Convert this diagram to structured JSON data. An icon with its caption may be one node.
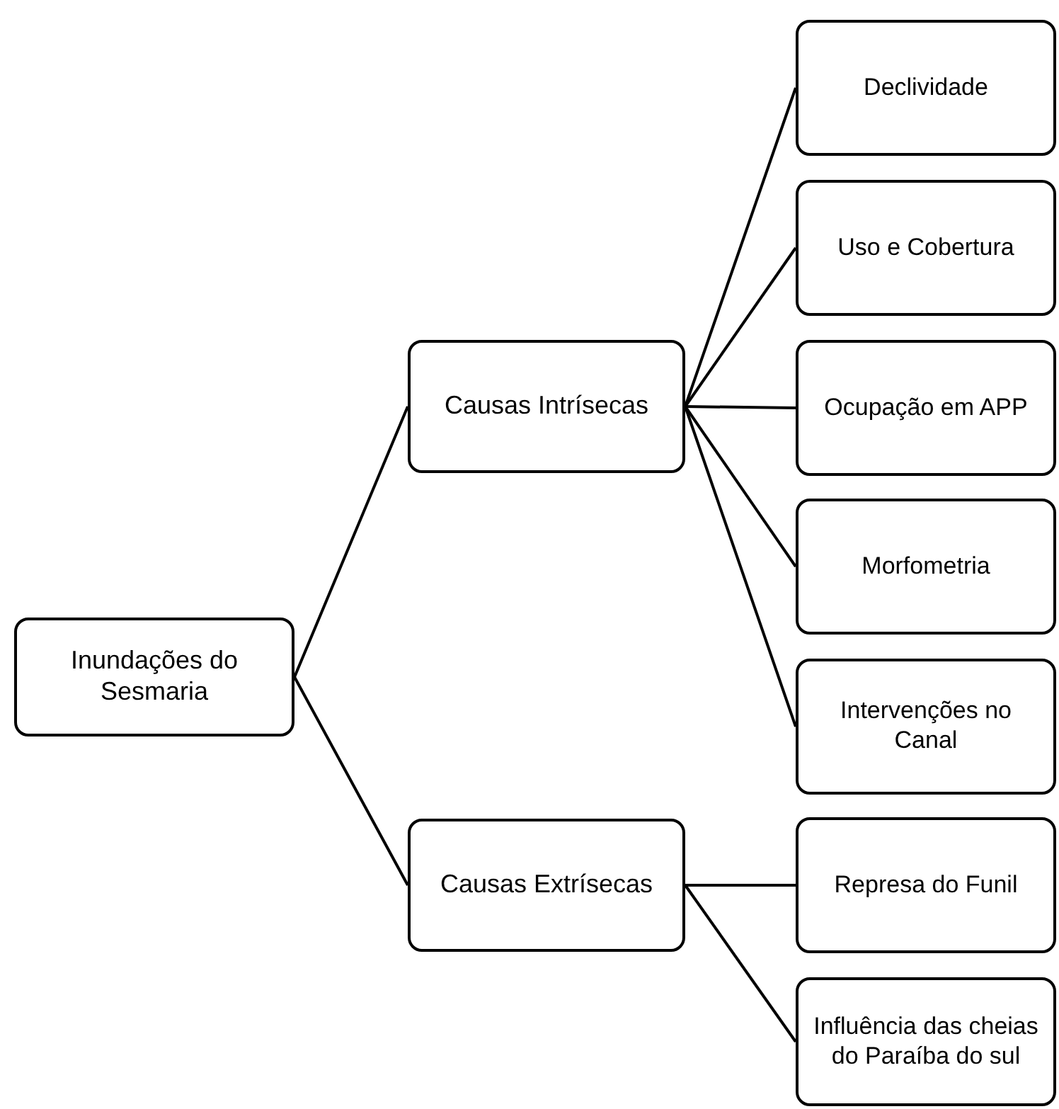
{
  "diagram": {
    "nodes": [
      {
        "text": [
          "Inundações do Sesmaria"
        ]
      },
      {
        "text": [
          "Causas Intrísecas"
        ]
      },
      {
        "text": [
          "Declividade"
        ]
      },
      {
        "text": [
          "Uso e Cobertura"
        ]
      },
      {
        "text": [
          "Ocupação em APP"
        ]
      },
      {
        "text": [
          "Morfometria"
        ]
      },
      {
        "text": [
          "Intervenções no Canal"
        ]
      },
      {
        "text": [
          "Causas Extrísecas"
        ]
      },
      {
        "text": [
          "Represa do Funil"
        ]
      },
      {
        "text": [
          "Influência das cheias do Paraíba do sul"
        ]
      }
    ],
    "edges": [
      {
        "from": 0,
        "to": 1,
        "arrow": "none"
      },
      {
        "from": 0,
        "to": 7,
        "arrow": "none"
      },
      {
        "from": 1,
        "to": 2,
        "arrow": "none"
      },
      {
        "from": 1,
        "to": 3,
        "arrow": "none"
      },
      {
        "from": 1,
        "to": 4,
        "arrow": "none"
      },
      {
        "from": 1,
        "to": 5,
        "arrow": "none"
      },
      {
        "from": 1,
        "to": 6,
        "arrow": "none"
      },
      {
        "from": 7,
        "to": 8,
        "arrow": "none"
      },
      {
        "from": 7,
        "to": 9,
        "arrow": "none"
      }
    ]
  }
}
